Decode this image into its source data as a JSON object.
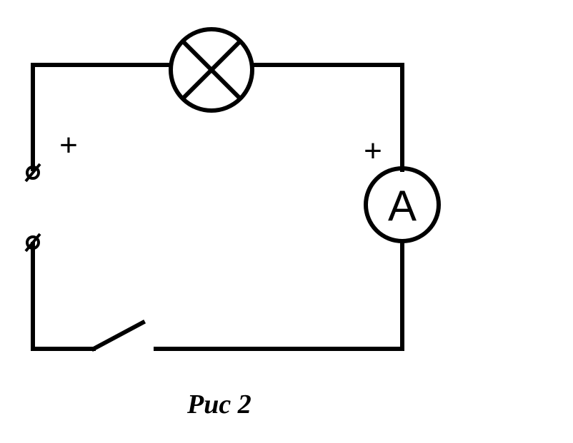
{
  "diagram": {
    "caption": "Рис 2",
    "components": {
      "lamp": {
        "kind": "lamp",
        "label": ""
      },
      "ammeter": {
        "kind": "ammeter",
        "label": "A"
      },
      "switch": {
        "kind": "switch",
        "state": "open"
      },
      "terminals": {
        "kind": "source-terminals",
        "count": 2
      }
    },
    "polarity": {
      "source_plus": "+",
      "ammeter_plus": "+"
    },
    "colors": {
      "ink": "#000000",
      "background": "#ffffff"
    }
  }
}
